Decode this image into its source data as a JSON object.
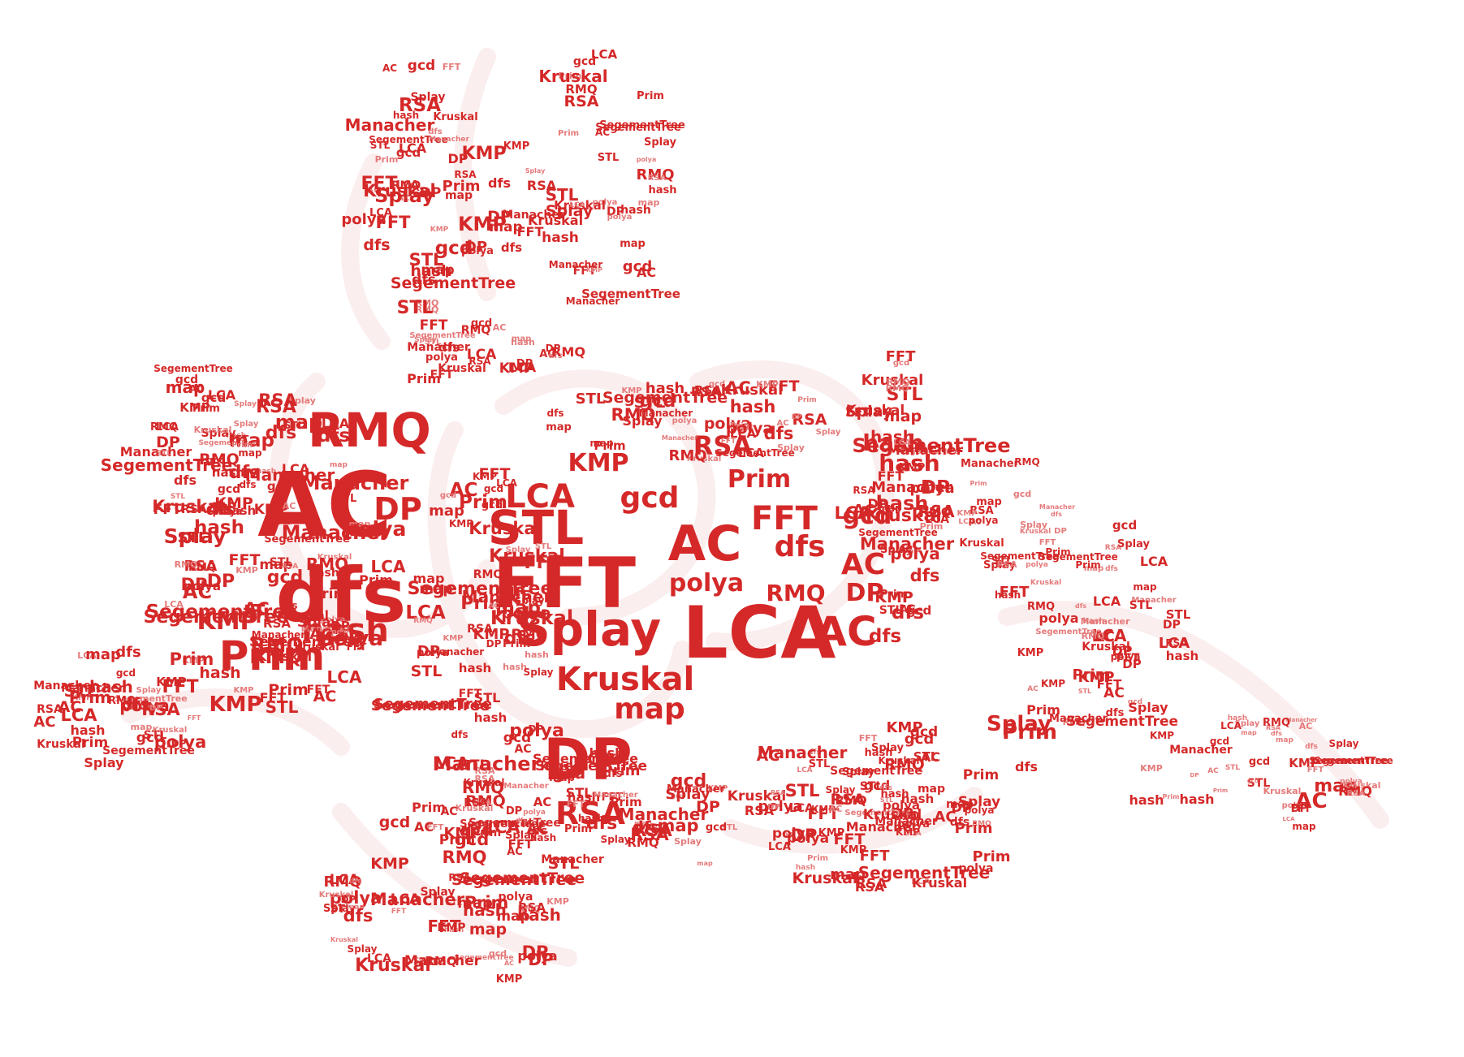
{
  "colors": {
    "background": "#ffffff",
    "text_primary": "#d52828",
    "text_light": "#e57a7a",
    "ghost_outline": "#fbeeee"
  },
  "words": [
    "AC",
    "dfs",
    "DP",
    "FFT",
    "LCA",
    "RMQ",
    "STL",
    "KMP",
    "gcd",
    "map",
    "hash",
    "RSA",
    "Prim",
    "Splay",
    "polya",
    "Kruskal",
    "Manacher",
    "SegementTree"
  ],
  "large_words": {
    "left_head": [
      "AC",
      "dfs",
      "RMQ",
      "Prim",
      "hash",
      "KMP",
      "DP",
      "gcd",
      "STL"
    ],
    "center_spiral": [
      "FFT",
      "STL",
      "LCA",
      "Splay",
      "Kruskal",
      "map",
      "DP",
      "RSA",
      "KMP",
      "polya",
      "gcd"
    ],
    "right_spiral": [
      "LCA",
      "AC",
      "RSA",
      "FFT",
      "dfs",
      "RMQ",
      "Prim",
      "gcd",
      "DP",
      "polya",
      "map"
    ],
    "tail": [
      "Splay",
      "Prim",
      "LCA",
      "KMP",
      "hash",
      "dfs",
      "AC",
      "map"
    ]
  }
}
